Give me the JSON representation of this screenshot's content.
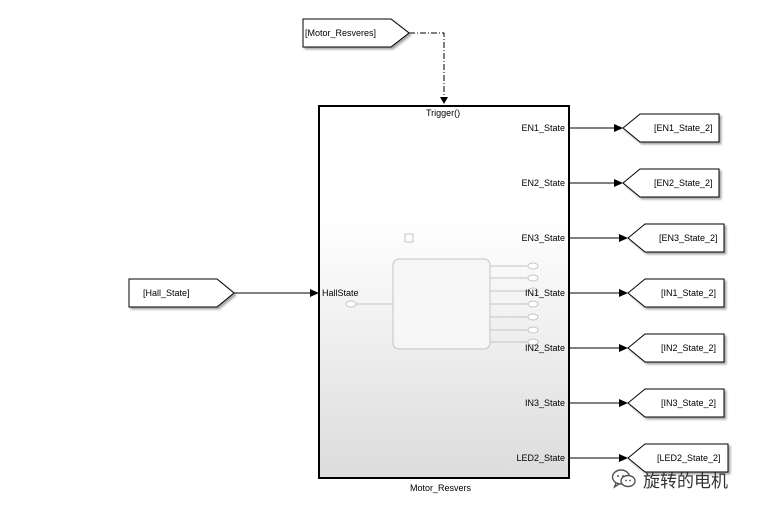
{
  "diagram": {
    "trigger_source": {
      "label": "[Motor_Resveres]"
    },
    "input_from": {
      "label": "[Hall_State]"
    },
    "subsystem": {
      "name": "Motor_Resvers",
      "trigger_port_label": "Trigger()",
      "input_port_label": "HallState",
      "output_ports": [
        {
          "port_label": "EN1_State",
          "goto_label": "[EN1_State_2]"
        },
        {
          "port_label": "EN2_State",
          "goto_label": "[EN2_State_2]"
        },
        {
          "port_label": "EN3_State",
          "goto_label": "[EN3_State_2]"
        },
        {
          "port_label": "IN1_State",
          "goto_label": "[IN1_State_2]"
        },
        {
          "port_label": "IN2_State",
          "goto_label": "[IN2_State_2]"
        },
        {
          "port_label": "IN3_State",
          "goto_label": "[IN3_State_2]"
        },
        {
          "port_label": "LED2_State",
          "goto_label": "[LED2_State_2]"
        }
      ]
    },
    "colors": {
      "line": "#000000",
      "block_fill_top": "#ffffff",
      "block_fill_bottom": "#dcdcdc",
      "icon_stroke": "#c4c4c4"
    }
  },
  "watermark": {
    "text": "旋转的电机",
    "icon": "wechat-icon"
  }
}
